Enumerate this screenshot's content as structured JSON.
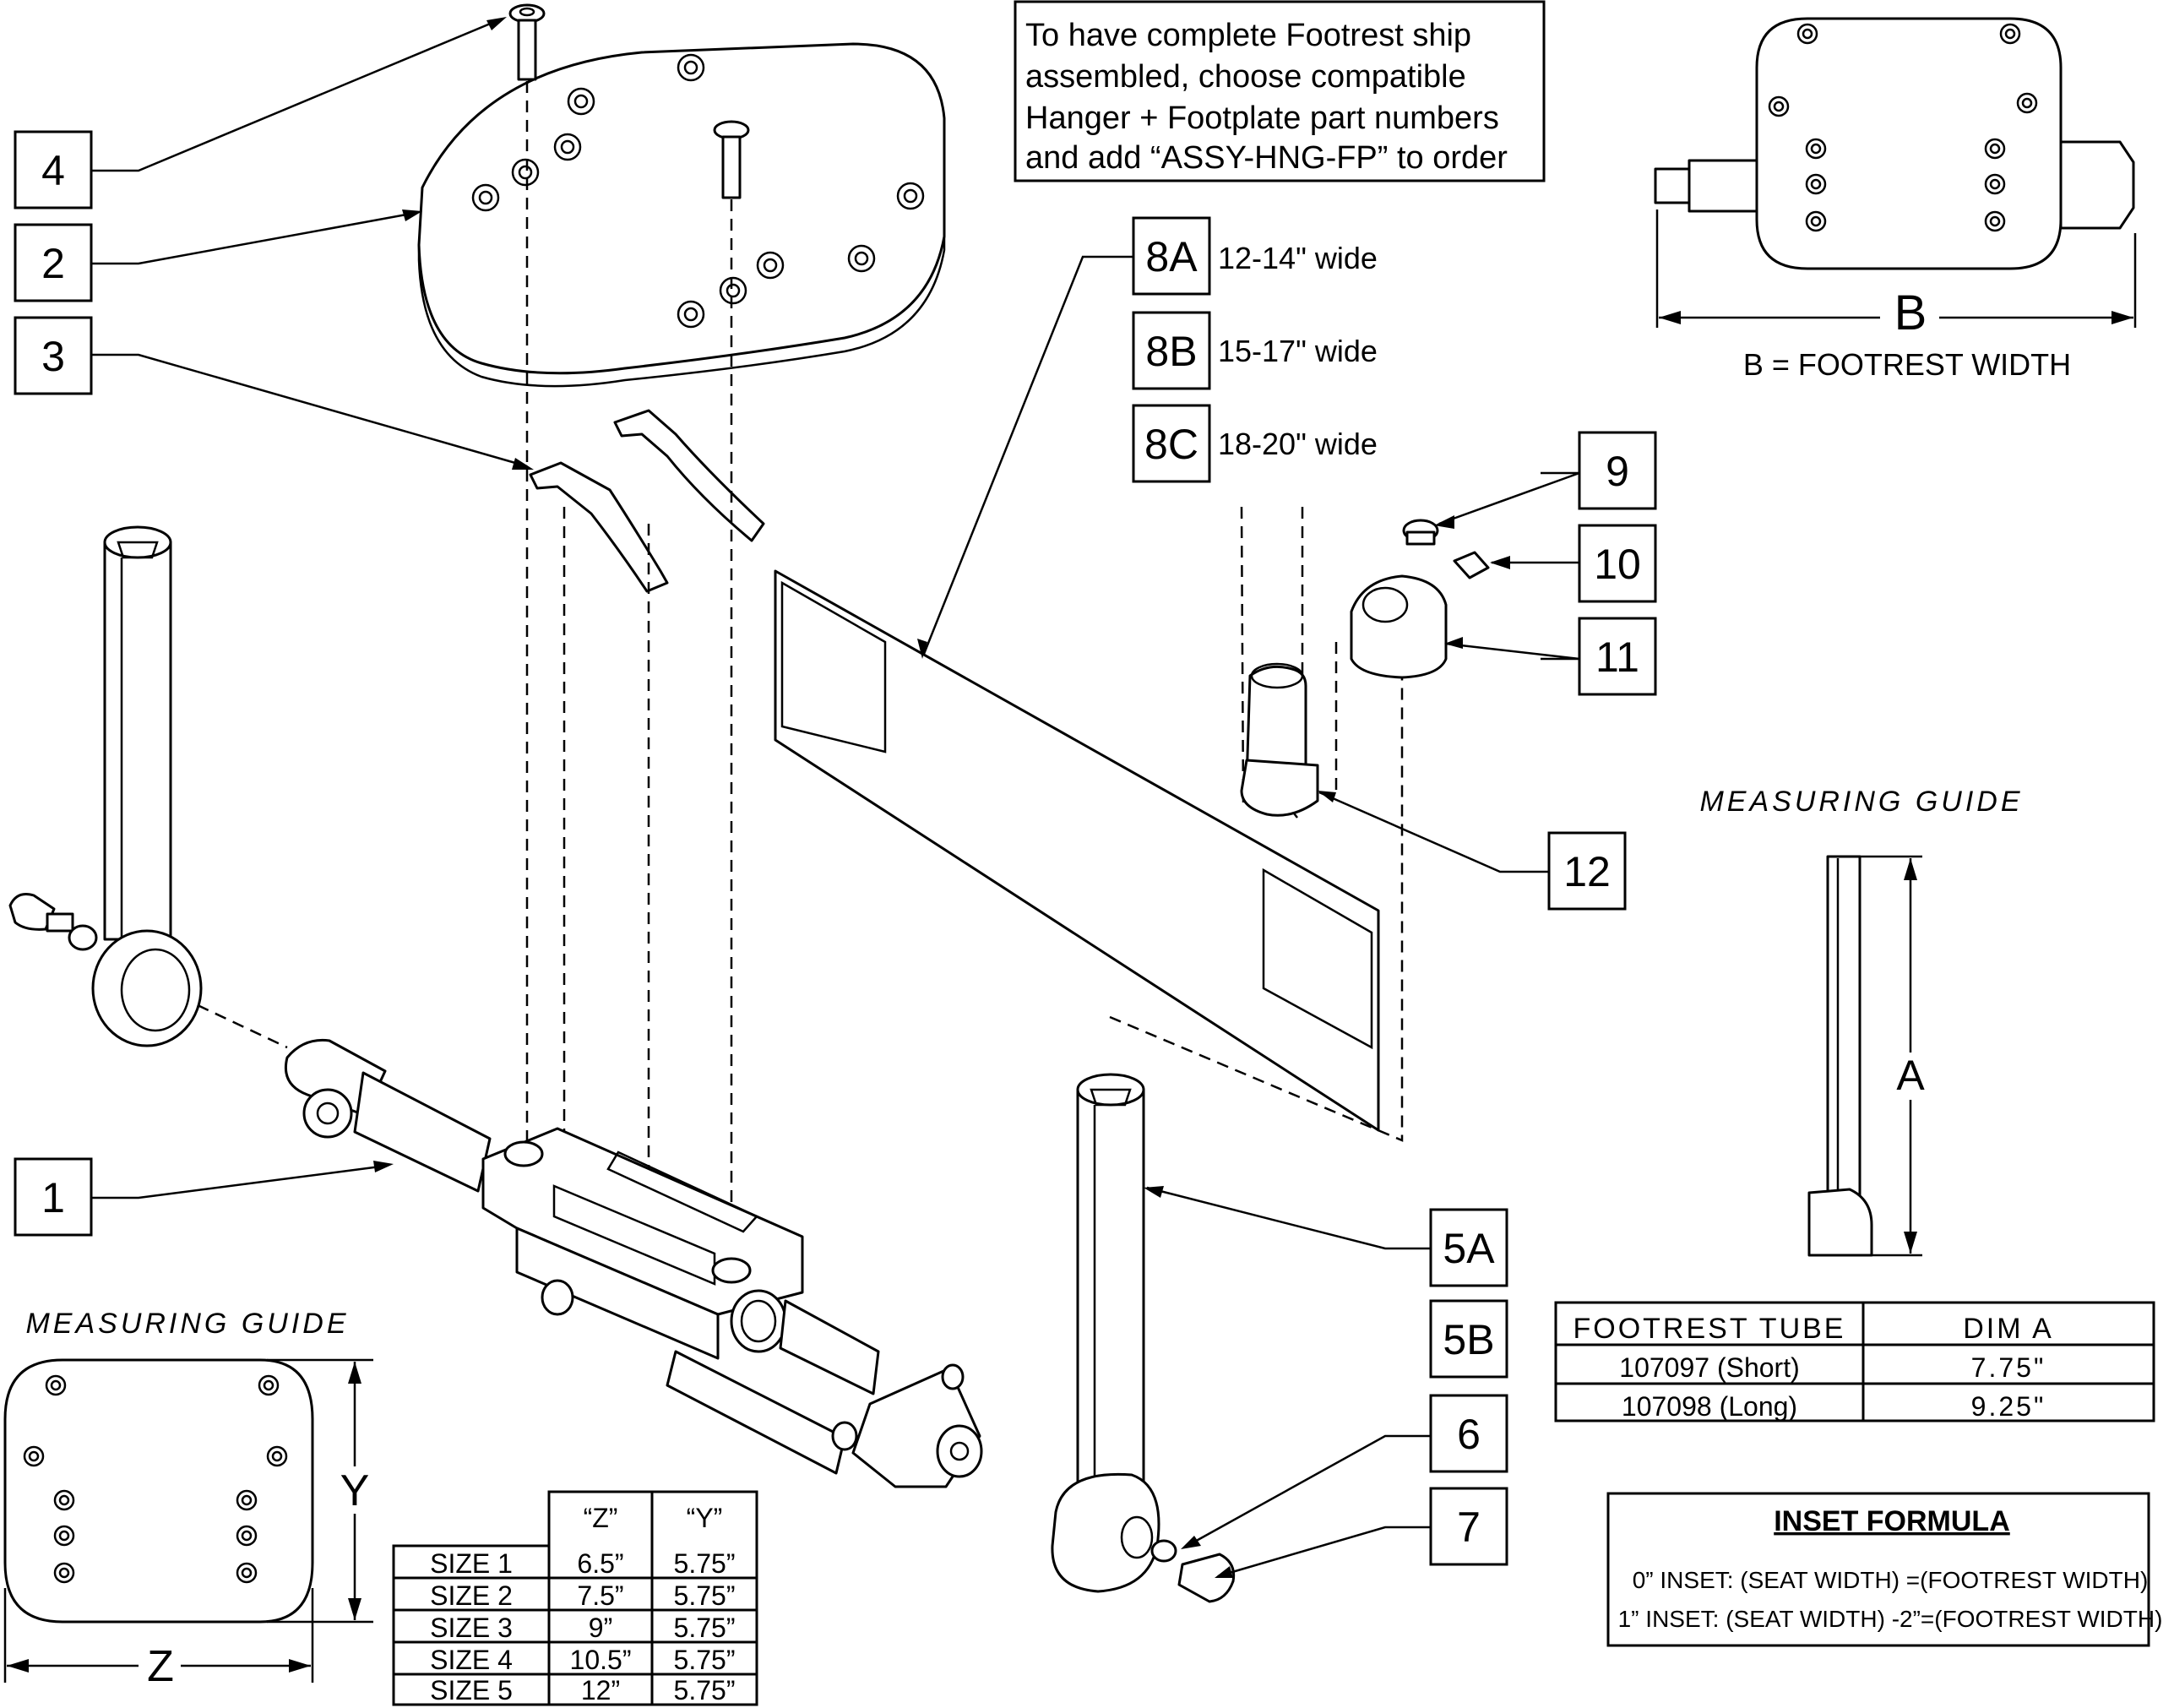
{
  "note": {
    "lines": [
      "To have complete Footrest ship",
      "assembled, choose compatible",
      "Hanger + Footplate part numbers",
      "and add “ASSY-HNG-FP” to order"
    ]
  },
  "callouts": [
    {
      "id": "4",
      "label": "4"
    },
    {
      "id": "2",
      "label": "2"
    },
    {
      "id": "3",
      "label": "3"
    },
    {
      "id": "1",
      "label": "1"
    },
    {
      "id": "8A",
      "label": "8A",
      "desc": "12-14\" wide"
    },
    {
      "id": "8B",
      "label": "8B",
      "desc": "15-17\" wide"
    },
    {
      "id": "8C",
      "label": "8C",
      "desc": "18-20\" wide"
    },
    {
      "id": "9",
      "label": "9"
    },
    {
      "id": "10",
      "label": "10"
    },
    {
      "id": "11",
      "label": "11"
    },
    {
      "id": "12",
      "label": "12"
    },
    {
      "id": "5A",
      "label": "5A"
    },
    {
      "id": "5B",
      "label": "5B"
    },
    {
      "id": "6",
      "label": "6"
    },
    {
      "id": "7",
      "label": "7"
    }
  ],
  "top_view": {
    "dim_label": "B",
    "caption": "B = FOOTREST WIDTH"
  },
  "measuring_guide_tube": {
    "title": "MEASURING GUIDE",
    "dim_label": "A",
    "table": {
      "headers": [
        "FOOTREST TUBE",
        "DIM A"
      ],
      "rows": [
        [
          "107097 (Short)",
          "7.75\""
        ],
        [
          "107098 (Long)",
          "9.25\""
        ]
      ]
    }
  },
  "measuring_guide_plate": {
    "title": "MEASURING GUIDE",
    "dim_z": "Z",
    "dim_y": "Y",
    "table": {
      "headers": [
        "",
        "“Z”",
        "“Y”"
      ],
      "rows": [
        [
          "SIZE 1",
          "6.5”",
          "5.75”"
        ],
        [
          "SIZE 2",
          "7.5”",
          "5.75”"
        ],
        [
          "SIZE 3",
          "9”",
          "5.75”"
        ],
        [
          "SIZE 4",
          "10.5”",
          "5.75”"
        ],
        [
          "SIZE 5",
          "12”",
          "5.75”"
        ]
      ]
    }
  },
  "inset_formula": {
    "title": "INSET FORMULA",
    "lines": [
      "0” INSET: (SEAT WIDTH) =(FOOTREST WIDTH)",
      "1” INSET: (SEAT WIDTH) -2”=(FOOTREST WIDTH)"
    ]
  }
}
